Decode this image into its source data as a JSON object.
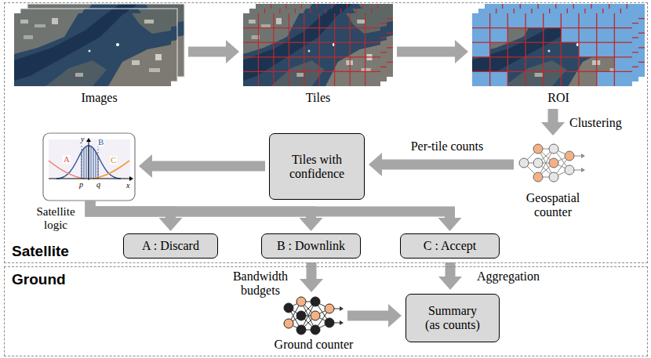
{
  "diagram": {
    "nodes": [
      {
        "text": [
          "Satellite"
        ]
      },
      {
        "text": [
          "Images"
        ],
        "in": 0
      },
      {
        "text": [
          "Tiles"
        ],
        "in": 0
      },
      {
        "text": [
          "ROI"
        ],
        "in": 0
      },
      {
        "text": [
          "Geospatial counter"
        ],
        "in": 0
      },
      {
        "text": [
          "Tiles with confidence"
        ],
        "in": 0
      },
      {
        "text": [
          "Satellite logic"
        ],
        "in": 0
      },
      {
        "text": [
          "A : Discard"
        ],
        "in": 0
      },
      {
        "text": [
          "B : Downlink"
        ],
        "in": 0
      },
      {
        "text": [
          "C : Accept"
        ],
        "in": 0
      },
      {
        "text": [
          "Ground"
        ]
      },
      {
        "text": [
          "Ground counter"
        ],
        "in": 10
      },
      {
        "text": [
          "Summary (as counts)"
        ],
        "in": 10
      }
    ],
    "edges": [
      {
        "from": 1,
        "to": 2,
        "arrow": "to"
      },
      {
        "from": 2,
        "to": 3,
        "arrow": "to"
      },
      {
        "from": 3,
        "to": 4,
        "arrow": "to",
        "label": "Clustering"
      },
      {
        "from": 4,
        "to": 5,
        "arrow": "to",
        "label": "Per-tile counts"
      },
      {
        "from": 5,
        "to": 6,
        "arrow": "to"
      },
      {
        "from": 6,
        "to": 7,
        "arrow": "to"
      },
      {
        "from": 6,
        "to": 8,
        "arrow": "to"
      },
      {
        "from": 6,
        "to": 9,
        "arrow": "to"
      },
      {
        "from": 8,
        "to": 11,
        "arrow": "to",
        "label": "Bandwidth budgets"
      },
      {
        "from": 9,
        "to": 12,
        "arrow": "to",
        "label": "Aggregation"
      },
      {
        "from": 11,
        "to": 12,
        "arrow": "to"
      }
    ],
    "labels": [
      "A",
      "B",
      "C",
      "p",
      "q",
      "y",
      "x"
    ]
  }
}
